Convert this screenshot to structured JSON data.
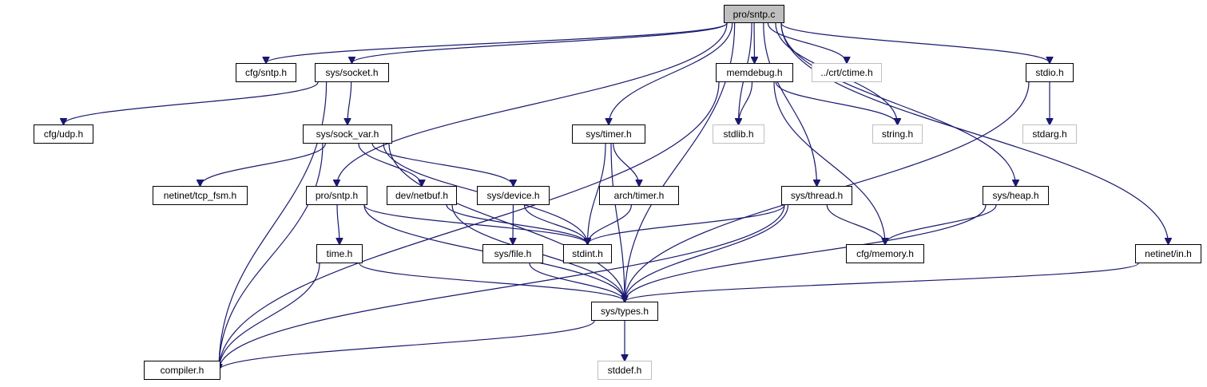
{
  "colors": {
    "edge": "#191970",
    "root_fill": "#bfbfbf",
    "external_border": "#bfbfbf"
  },
  "nodes": [
    {
      "id": "sntp_c",
      "label": "pro/sntp.c",
      "kind": "root"
    },
    {
      "id": "cfg_sntp",
      "label": "cfg/sntp.h",
      "kind": "doc"
    },
    {
      "id": "socket",
      "label": "sys/socket.h",
      "kind": "doc"
    },
    {
      "id": "memdebug",
      "label": "memdebug.h",
      "kind": "doc"
    },
    {
      "id": "ctime",
      "label": "../crt/ctime.h",
      "kind": "ext"
    },
    {
      "id": "stdio",
      "label": "stdio.h",
      "kind": "doc"
    },
    {
      "id": "cfg_udp",
      "label": "cfg/udp.h",
      "kind": "doc"
    },
    {
      "id": "sock_var",
      "label": "sys/sock_var.h",
      "kind": "doc"
    },
    {
      "id": "timer",
      "label": "sys/timer.h",
      "kind": "doc"
    },
    {
      "id": "stdlib",
      "label": "stdlib.h",
      "kind": "ext"
    },
    {
      "id": "string",
      "label": "string.h",
      "kind": "ext"
    },
    {
      "id": "stdarg",
      "label": "stdarg.h",
      "kind": "ext"
    },
    {
      "id": "tcp_fsm",
      "label": "netinet/tcp_fsm.h",
      "kind": "doc"
    },
    {
      "id": "sntp_h",
      "label": "pro/sntp.h",
      "kind": "doc"
    },
    {
      "id": "netbuf",
      "label": "dev/netbuf.h",
      "kind": "doc"
    },
    {
      "id": "device",
      "label": "sys/device.h",
      "kind": "doc"
    },
    {
      "id": "arch_timer",
      "label": "arch/timer.h",
      "kind": "doc"
    },
    {
      "id": "thread",
      "label": "sys/thread.h",
      "kind": "doc"
    },
    {
      "id": "heap",
      "label": "sys/heap.h",
      "kind": "doc"
    },
    {
      "id": "time",
      "label": "time.h",
      "kind": "doc"
    },
    {
      "id": "file",
      "label": "sys/file.h",
      "kind": "doc"
    },
    {
      "id": "stdint",
      "label": "stdint.h",
      "kind": "doc"
    },
    {
      "id": "memory",
      "label": "cfg/memory.h",
      "kind": "doc"
    },
    {
      "id": "netinet_in",
      "label": "netinet/in.h",
      "kind": "doc"
    },
    {
      "id": "types",
      "label": "sys/types.h",
      "kind": "doc"
    },
    {
      "id": "compiler",
      "label": "compiler.h",
      "kind": "doc"
    },
    {
      "id": "stddef",
      "label": "stddef.h",
      "kind": "ext"
    }
  ],
  "edges": [
    [
      "sntp_c",
      "cfg_sntp"
    ],
    [
      "sntp_c",
      "socket"
    ],
    [
      "sntp_c",
      "sntp_h"
    ],
    [
      "sntp_c",
      "timer"
    ],
    [
      "sntp_c",
      "memdebug"
    ],
    [
      "sntp_c",
      "stdlib"
    ],
    [
      "sntp_c",
      "ctime"
    ],
    [
      "sntp_c",
      "string"
    ],
    [
      "sntp_c",
      "stdio"
    ],
    [
      "sntp_c",
      "thread"
    ],
    [
      "sntp_c",
      "heap"
    ],
    [
      "sntp_c",
      "netinet_in"
    ],
    [
      "sntp_c",
      "types"
    ],
    [
      "socket",
      "cfg_udp"
    ],
    [
      "socket",
      "sock_var"
    ],
    [
      "socket",
      "compiler"
    ],
    [
      "memdebug",
      "stdlib"
    ],
    [
      "memdebug",
      "string"
    ],
    [
      "memdebug",
      "memory"
    ],
    [
      "memdebug",
      "compiler"
    ],
    [
      "stdio",
      "stdarg"
    ],
    [
      "stdio",
      "types"
    ],
    [
      "sock_var",
      "tcp_fsm"
    ],
    [
      "sock_var",
      "netbuf"
    ],
    [
      "sock_var",
      "device"
    ],
    [
      "sock_var",
      "stdint"
    ],
    [
      "sock_var",
      "types"
    ],
    [
      "sock_var",
      "compiler"
    ],
    [
      "timer",
      "arch_timer"
    ],
    [
      "timer",
      "stdint"
    ],
    [
      "timer",
      "types"
    ],
    [
      "sntp_h",
      "time"
    ],
    [
      "sntp_h",
      "stdint"
    ],
    [
      "sntp_h",
      "types"
    ],
    [
      "netbuf",
      "stdint"
    ],
    [
      "netbuf",
      "types"
    ],
    [
      "device",
      "file"
    ],
    [
      "device",
      "stdint"
    ],
    [
      "arch_timer",
      "stdint"
    ],
    [
      "thread",
      "stdint"
    ],
    [
      "thread",
      "memory"
    ],
    [
      "thread",
      "types"
    ],
    [
      "thread",
      "compiler"
    ],
    [
      "heap",
      "memory"
    ],
    [
      "heap",
      "types"
    ],
    [
      "time",
      "types"
    ],
    [
      "time",
      "compiler"
    ],
    [
      "file",
      "types"
    ],
    [
      "netinet_in",
      "types"
    ],
    [
      "types",
      "compiler"
    ],
    [
      "types",
      "stddef"
    ]
  ]
}
